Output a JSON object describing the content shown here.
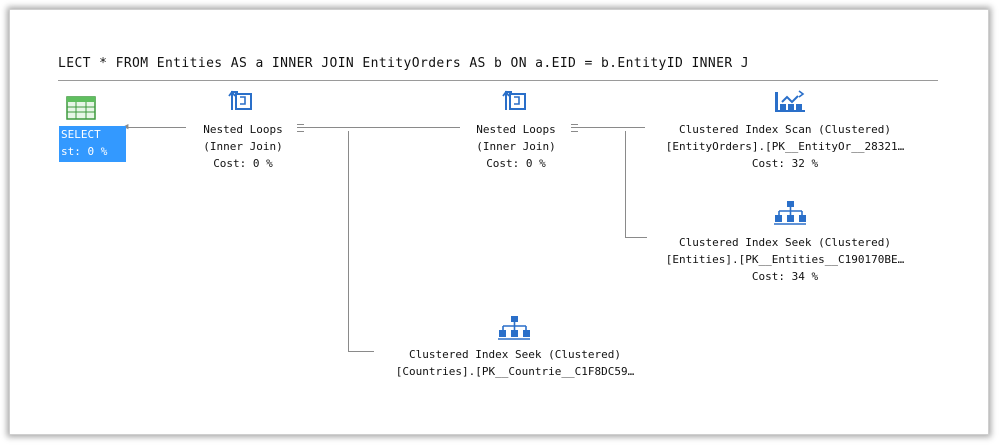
{
  "query": {
    "text": "LECT * FROM Entities AS a INNER JOIN EntityOrders AS b ON a.EID = b.EntityID INNER J"
  },
  "select_node": {
    "line1": "SELECT",
    "line2": "st: 0 %",
    "icon": "table-grid-icon"
  },
  "nested_loops_1": {
    "line1": "Nested Loops",
    "line2": "(Inner Join)",
    "line3": "Cost: 0 %",
    "icon": "nested-loops-icon"
  },
  "nested_loops_2": {
    "line1": "Nested Loops",
    "line2": "(Inner Join)",
    "line3": "Cost: 0 %",
    "icon": "nested-loops-icon"
  },
  "scan_entity_orders": {
    "line1": "Clustered Index Scan (Clustered)",
    "line2": "[EntityOrders].[PK__EntityOr__28321…",
    "line3": "Cost: 32 %",
    "icon": "clustered-index-scan-icon"
  },
  "seek_entities": {
    "line1": "Clustered Index Seek (Clustered)",
    "line2": "[Entities].[PK__Entities__C190170BE…",
    "line3": "Cost: 34 %",
    "icon": "clustered-index-seek-icon"
  },
  "seek_countries": {
    "line1": "Clustered Index Seek (Clustered)",
    "line2": "[Countries].[PK__Countrie__C1F8DC59…",
    "icon": "clustered-index-seek-icon"
  },
  "colors": {
    "selection": "#3399ff",
    "edge": "#8a8a8a",
    "icon_blue": "#2a6fc9"
  }
}
